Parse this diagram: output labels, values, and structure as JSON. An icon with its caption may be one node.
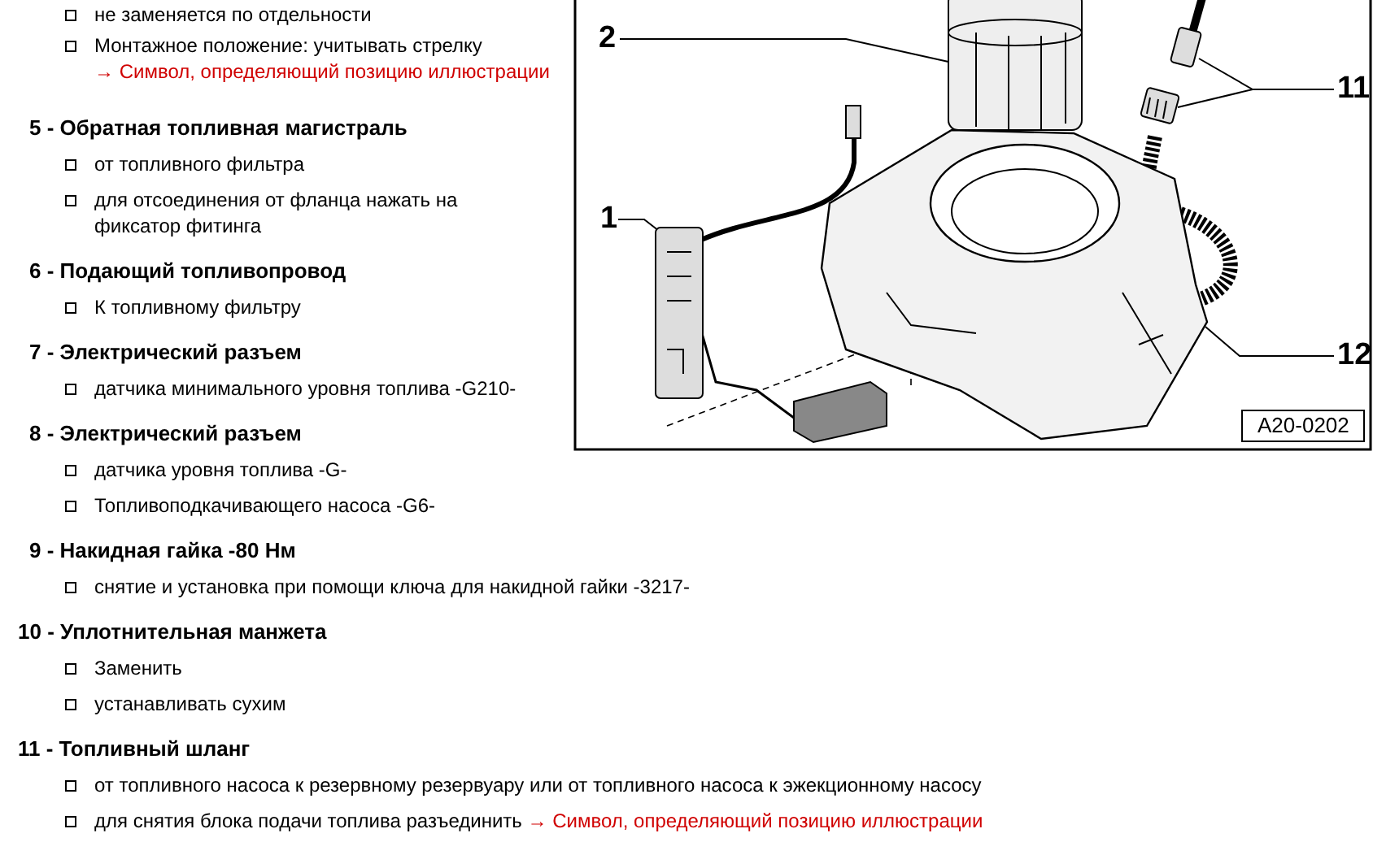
{
  "diagram": {
    "nodes": [
      {
        "text": [
          "2"
        ]
      },
      {
        "text": [],
        "shape": "cylinder"
      },
      {
        "text": [
          "11"
        ]
      },
      {
        "text": [],
        "shape": "picture"
      },
      {
        "text": [],
        "shape": "picture"
      },
      {
        "text": [
          "1"
        ]
      },
      {
        "text": [],
        "shape": "picture"
      },
      {
        "text": [
          "12"
        ]
      },
      {
        "text": [],
        "shape": "picture"
      }
    ],
    "edges": [
      {
        "from": 0,
        "to": 1,
        "arrow": "none"
      },
      {
        "from": 2,
        "to": 3,
        "arrow": "none"
      },
      {
        "from": 2,
        "to": 4,
        "arrow": "none"
      },
      {
        "from": 5,
        "to": 6,
        "arrow": "none"
      },
      {
        "from": 7,
        "to": 8,
        "arrow": "none"
      }
    ],
    "labels": [
      "не заменяется по отдельности",
      "Монтажное положение: учитывать стрелку",
      "→ Символ, определяющий позицию иллюстрации",
      "5 - Обратная топливная магистраль",
      "от топливного фильтра",
      "для отсоединения от фланца нажать на фиксатор фитинга",
      "6 - Подающий топливопровод",
      "К топливному фильтру",
      "7 - Электрический разъем",
      "датчика минимального уровня топлива -G210-",
      "8 - Электрический разъем",
      "датчика уровня топлива -G-",
      "Топливоподкачивающего насоса -G6-",
      "9 - Накидная гайка -80 Нм",
      "снятие и установка при помощи ключа для накидной гайки -3217-",
      "10 - Уплотнительная манжета",
      "Заменить",
      "устанавливать сухим",
      "11 - Топливный шланг",
      "от топливного насоса к резервному резервуару или от топливного насоса к эжекционному насосу",
      "для снятия блока подачи топлива разъединить",
      "→ Символ, определяющий позицию иллюстрации",
      "A20-0202"
    ]
  }
}
